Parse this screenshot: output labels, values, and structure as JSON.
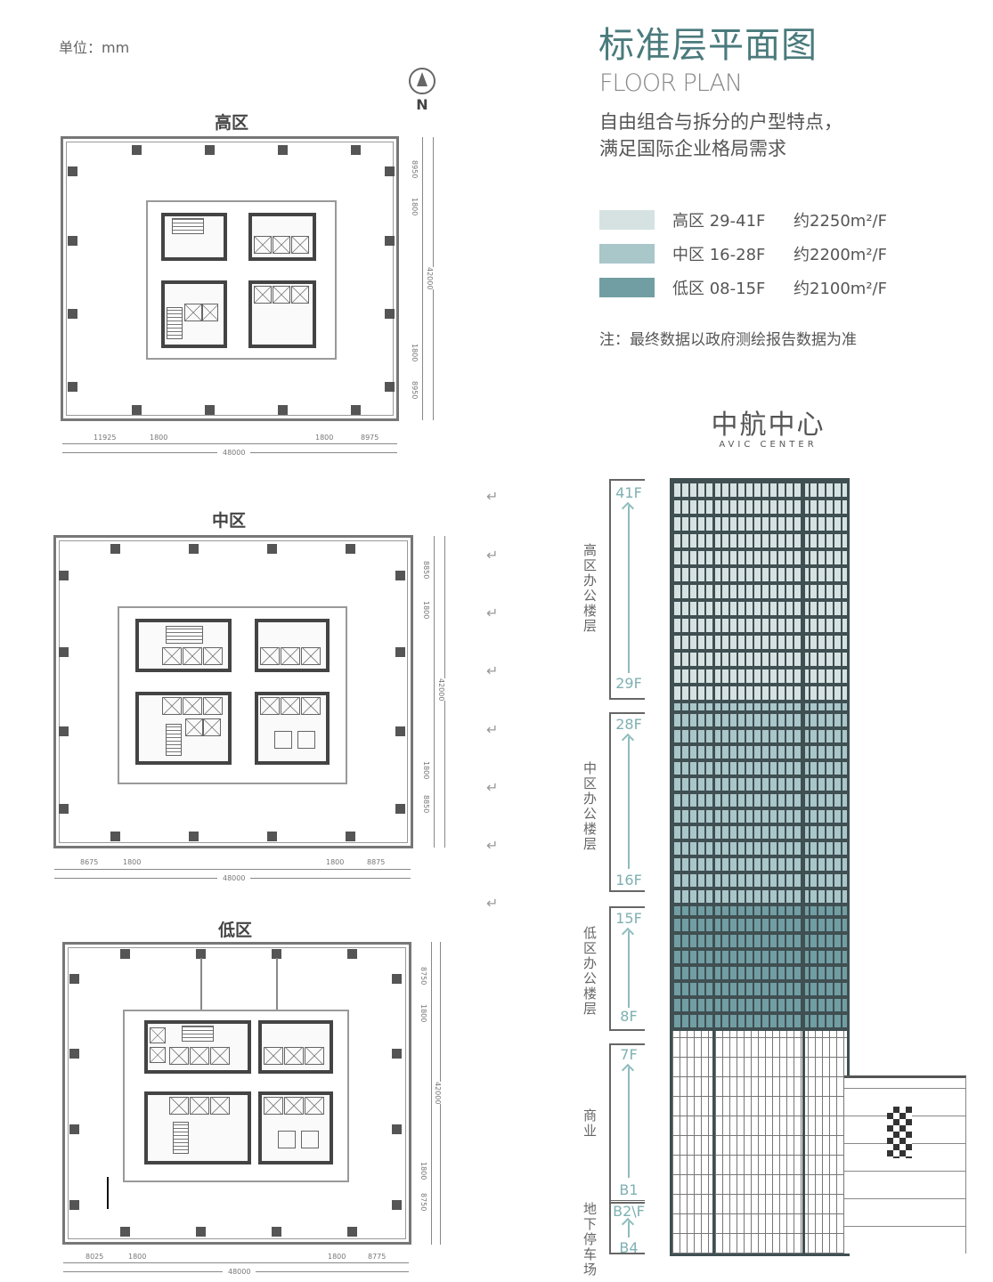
{
  "unit_label": "单位：mm",
  "north": {
    "icon": "north-arrow-icon",
    "label": "N"
  },
  "header": {
    "title": "标准层平面图",
    "subtitle": "FLOOR PLAN",
    "desc_line1": "自由组合与拆分的户型特点，",
    "desc_line2": "满足国际企业格局需求"
  },
  "legend": [
    {
      "zone": "高区 29-41F",
      "area": "约2250m²/F",
      "color": "#d6e2e2"
    },
    {
      "zone": "中区 16-28F",
      "area": "约2200m²/F",
      "color": "#a9c6c9"
    },
    {
      "zone": "低区 08-15F",
      "area": "约2100m²/F",
      "color": "#719ea2"
    }
  ],
  "note": "注：最终数据以政府测绘报告数据为准",
  "plans": [
    {
      "title": "高区",
      "bottom_dims": [
        "11925",
        "1800",
        "1800",
        "8975"
      ],
      "total_width": "48000",
      "side_dims": [
        "8950",
        "1800",
        "42000",
        "1800",
        "8950"
      ]
    },
    {
      "title": "中区",
      "bottom_dims": [
        "8675",
        "1800",
        "1800",
        "8875"
      ],
      "total_width": "48000",
      "side_dims": [
        "8850",
        "1800",
        "42000",
        "1800",
        "8850"
      ]
    },
    {
      "title": "低区",
      "bottom_dims": [
        "8025",
        "1800",
        "1800",
        "8775"
      ],
      "total_width": "48000",
      "side_dims": [
        "8750",
        "1800",
        "42000",
        "1800",
        "8750"
      ]
    }
  ],
  "return_mark": "↵",
  "section": {
    "brand_cn": "中航中心",
    "brand_en": "AVIC CENTER",
    "zones": [
      {
        "label": "高区办公楼层",
        "top": "41F",
        "bottom": "29F"
      },
      {
        "label": "中区办公楼层",
        "top": "28F",
        "bottom": "16F"
      },
      {
        "label": "低区办公楼层",
        "top": "15F",
        "bottom": "8F"
      },
      {
        "label": "商业",
        "top": "7F",
        "bottom": "B1"
      },
      {
        "label": "地下停车场",
        "top": "B2\\F",
        "bottom": "B4"
      }
    ]
  }
}
